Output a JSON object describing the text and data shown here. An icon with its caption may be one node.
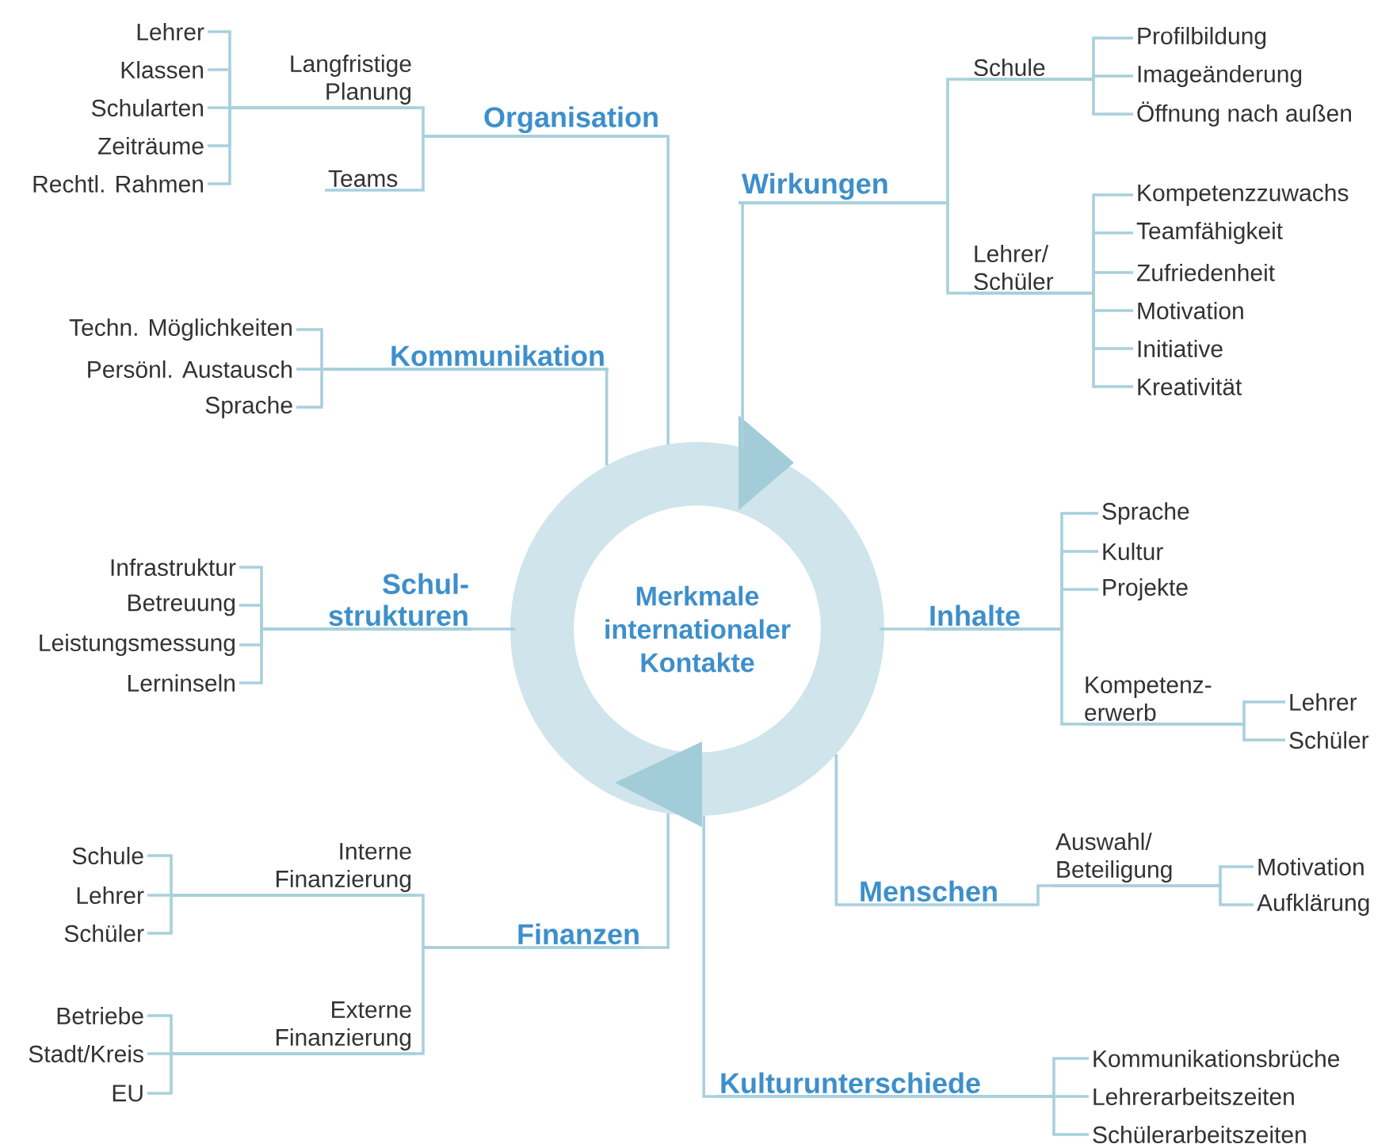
{
  "diagram": {
    "nodes": [
      {
        "text": [
          "Merkmale internationaler Kontakte"
        ]
      },
      {
        "text": [
          "Organisation"
        ]
      },
      {
        "text": [
          "Langfristige Planung"
        ]
      },
      {
        "text": [
          "Lehrer"
        ]
      },
      {
        "text": [
          "Klassen"
        ]
      },
      {
        "text": [
          "Schularten"
        ]
      },
      {
        "text": [
          "Zeiträume"
        ]
      },
      {
        "text": [
          "Rechtl. Rahmen"
        ]
      },
      {
        "text": [
          "Teams"
        ]
      },
      {
        "text": [
          "Kommunikation"
        ]
      },
      {
        "text": [
          "Techn. Möglichkeiten"
        ]
      },
      {
        "text": [
          "Persönl. Austausch"
        ]
      },
      {
        "text": [
          "Sprache"
        ]
      },
      {
        "text": [
          "Schul- strukturen"
        ]
      },
      {
        "text": [
          "Infrastruktur"
        ]
      },
      {
        "text": [
          "Betreuung"
        ]
      },
      {
        "text": [
          "Leistungsmessung"
        ]
      },
      {
        "text": [
          "Lerninseln"
        ]
      },
      {
        "text": [
          "Finanzen"
        ]
      },
      {
        "text": [
          "Interne Finanzierung"
        ]
      },
      {
        "text": [
          "Schule"
        ]
      },
      {
        "text": [
          "Lehrer"
        ]
      },
      {
        "text": [
          "Schüler"
        ]
      },
      {
        "text": [
          "Externe Finanzierung"
        ]
      },
      {
        "text": [
          "Betriebe"
        ]
      },
      {
        "text": [
          "Stadt/Kreis"
        ]
      },
      {
        "text": [
          "EU"
        ]
      },
      {
        "text": [
          "Wirkungen"
        ]
      },
      {
        "text": [
          "Schule"
        ]
      },
      {
        "text": [
          "Profilbildung"
        ]
      },
      {
        "text": [
          "Imageänderung"
        ]
      },
      {
        "text": [
          "Öffnung nach außen"
        ]
      },
      {
        "text": [
          "Lehrer/ Schüler"
        ]
      },
      {
        "text": [
          "Kompetenzzuwachs"
        ]
      },
      {
        "text": [
          "Teamfähigkeit"
        ]
      },
      {
        "text": [
          "Zufriedenheit"
        ]
      },
      {
        "text": [
          "Motivation"
        ]
      },
      {
        "text": [
          "Initiative"
        ]
      },
      {
        "text": [
          "Kreativität"
        ]
      },
      {
        "text": [
          "Inhalte"
        ]
      },
      {
        "text": [
          "Sprache"
        ]
      },
      {
        "text": [
          "Kultur"
        ]
      },
      {
        "text": [
          "Projekte"
        ]
      },
      {
        "text": [
          "Kompetenz- erwerb"
        ]
      },
      {
        "text": [
          "Lehrer"
        ]
      },
      {
        "text": [
          "Schüler"
        ]
      },
      {
        "text": [
          "Menschen"
        ]
      },
      {
        "text": [
          "Auswahl/ Beteiligung"
        ]
      },
      {
        "text": [
          "Motivation"
        ]
      },
      {
        "text": [
          "Aufklärung"
        ]
      },
      {
        "text": [
          "Kulturunterschiede"
        ]
      },
      {
        "text": [
          "Kommunikationsbrüche"
        ]
      },
      {
        "text": [
          "Lehrerarbeitszeiten"
        ]
      },
      {
        "text": [
          "Schülerarbeitszeiten"
        ]
      }
    ],
    "edges": [
      {
        "from": 0,
        "to": 1,
        "arrow": "none"
      },
      {
        "from": 1,
        "to": 2,
        "arrow": "none"
      },
      {
        "from": 2,
        "to": 3,
        "arrow": "none"
      },
      {
        "from": 2,
        "to": 4,
        "arrow": "none"
      },
      {
        "from": 2,
        "to": 5,
        "arrow": "none"
      },
      {
        "from": 2,
        "to": 6,
        "arrow": "none"
      },
      {
        "from": 2,
        "to": 7,
        "arrow": "none"
      },
      {
        "from": 1,
        "to": 8,
        "arrow": "none"
      },
      {
        "from": 0,
        "to": 9,
        "arrow": "none"
      },
      {
        "from": 9,
        "to": 10,
        "arrow": "none"
      },
      {
        "from": 9,
        "to": 11,
        "arrow": "none"
      },
      {
        "from": 9,
        "to": 12,
        "arrow": "none"
      },
      {
        "from": 0,
        "to": 13,
        "arrow": "none"
      },
      {
        "from": 13,
        "to": 14,
        "arrow": "none"
      },
      {
        "from": 13,
        "to": 15,
        "arrow": "none"
      },
      {
        "from": 13,
        "to": 16,
        "arrow": "none"
      },
      {
        "from": 13,
        "to": 17,
        "arrow": "none"
      },
      {
        "from": 0,
        "to": 18,
        "arrow": "none"
      },
      {
        "from": 18,
        "to": 19,
        "arrow": "none"
      },
      {
        "from": 19,
        "to": 20,
        "arrow": "none"
      },
      {
        "from": 19,
        "to": 21,
        "arrow": "none"
      },
      {
        "from": 19,
        "to": 22,
        "arrow": "none"
      },
      {
        "from": 18,
        "to": 23,
        "arrow": "none"
      },
      {
        "from": 23,
        "to": 24,
        "arrow": "none"
      },
      {
        "from": 23,
        "to": 25,
        "arrow": "none"
      },
      {
        "from": 23,
        "to": 26,
        "arrow": "none"
      },
      {
        "from": 0,
        "to": 27,
        "arrow": "none"
      },
      {
        "from": 27,
        "to": 28,
        "arrow": "none"
      },
      {
        "from": 28,
        "to": 29,
        "arrow": "none"
      },
      {
        "from": 28,
        "to": 30,
        "arrow": "none"
      },
      {
        "from": 28,
        "to": 31,
        "arrow": "none"
      },
      {
        "from": 27,
        "to": 32,
        "arrow": "none"
      },
      {
        "from": 32,
        "to": 33,
        "arrow": "none"
      },
      {
        "from": 32,
        "to": 34,
        "arrow": "none"
      },
      {
        "from": 32,
        "to": 35,
        "arrow": "none"
      },
      {
        "from": 32,
        "to": 36,
        "arrow": "none"
      },
      {
        "from": 32,
        "to": 37,
        "arrow": "none"
      },
      {
        "from": 32,
        "to": 38,
        "arrow": "none"
      },
      {
        "from": 0,
        "to": 39,
        "arrow": "none"
      },
      {
        "from": 39,
        "to": 40,
        "arrow": "none"
      },
      {
        "from": 39,
        "to": 41,
        "arrow": "none"
      },
      {
        "from": 39,
        "to": 42,
        "arrow": "none"
      },
      {
        "from": 39,
        "to": 43,
        "arrow": "none"
      },
      {
        "from": 43,
        "to": 44,
        "arrow": "none"
      },
      {
        "from": 43,
        "to": 45,
        "arrow": "none"
      },
      {
        "from": 0,
        "to": 46,
        "arrow": "none"
      },
      {
        "from": 46,
        "to": 47,
        "arrow": "none"
      },
      {
        "from": 47,
        "to": 48,
        "arrow": "none"
      },
      {
        "from": 47,
        "to": 49,
        "arrow": "none"
      },
      {
        "from": 0,
        "to": 50,
        "arrow": "none"
      },
      {
        "from": 50,
        "to": 51,
        "arrow": "none"
      },
      {
        "from": 50,
        "to": 52,
        "arrow": "none"
      },
      {
        "from": 50,
        "to": 53,
        "arrow": "none"
      }
    ]
  }
}
